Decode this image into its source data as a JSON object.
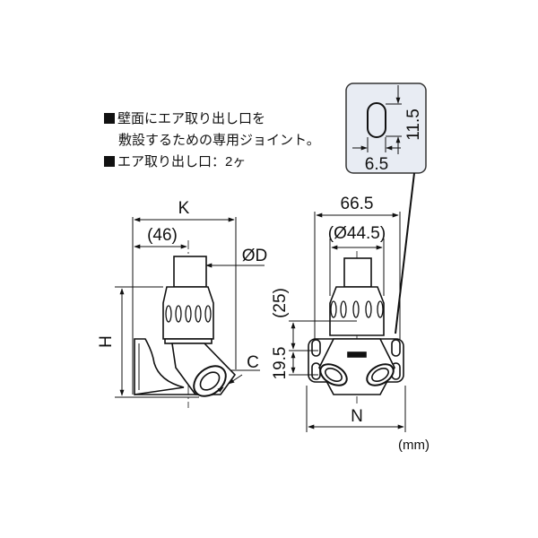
{
  "description": {
    "line1": "壁面にエア取り出し口を",
    "line2": "敷設するための専用ジョイント。",
    "line3": "エア取り出し口：2ヶ"
  },
  "detail_inset": {
    "slot_height": "11.5",
    "slot_width": "6.5",
    "background": "#e8ecf3"
  },
  "side_view": {
    "dim_K": "K",
    "dim_46": "(46)",
    "dim_D": "ØD",
    "dim_H": "H",
    "dim_C": "C"
  },
  "front_view": {
    "dim_width": "66.5",
    "dim_diameter": "(Ø44.5)",
    "dim_25": "(25)",
    "dim_19_5": "19.5",
    "dim_N": "N"
  },
  "unit": "(mm)"
}
